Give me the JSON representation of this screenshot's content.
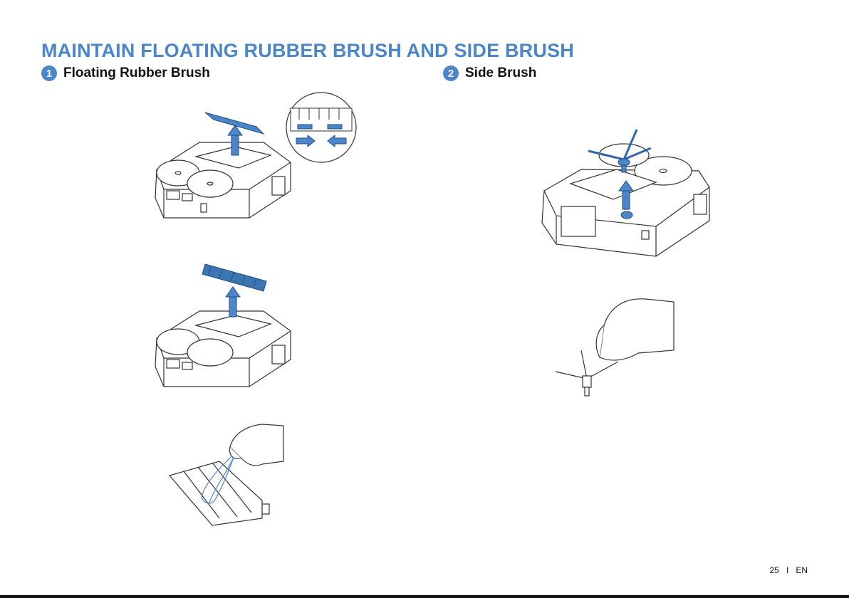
{
  "page": {
    "title": "MAINTAIN FLOATING RUBBER BRUSH AND SIDE BRUSH",
    "accent_color": "#4a86c8"
  },
  "sections": [
    {
      "number": "1",
      "label": "Floating Rubber Brush"
    },
    {
      "number": "2",
      "label": "Side Brush"
    }
  ],
  "figures": [
    {
      "icon": "robot-remove-brush-cover-icon"
    },
    {
      "icon": "brush-cover-latch-zoom-icon"
    },
    {
      "icon": "robot-remove-rubber-brush-icon"
    },
    {
      "icon": "hand-cleaning-rubber-brush-icon"
    },
    {
      "icon": "robot-remove-side-brush-icon"
    },
    {
      "icon": "hand-cleaning-side-brush-icon"
    }
  ],
  "footer": {
    "page_number": "25",
    "separator": "I",
    "language": "EN"
  }
}
